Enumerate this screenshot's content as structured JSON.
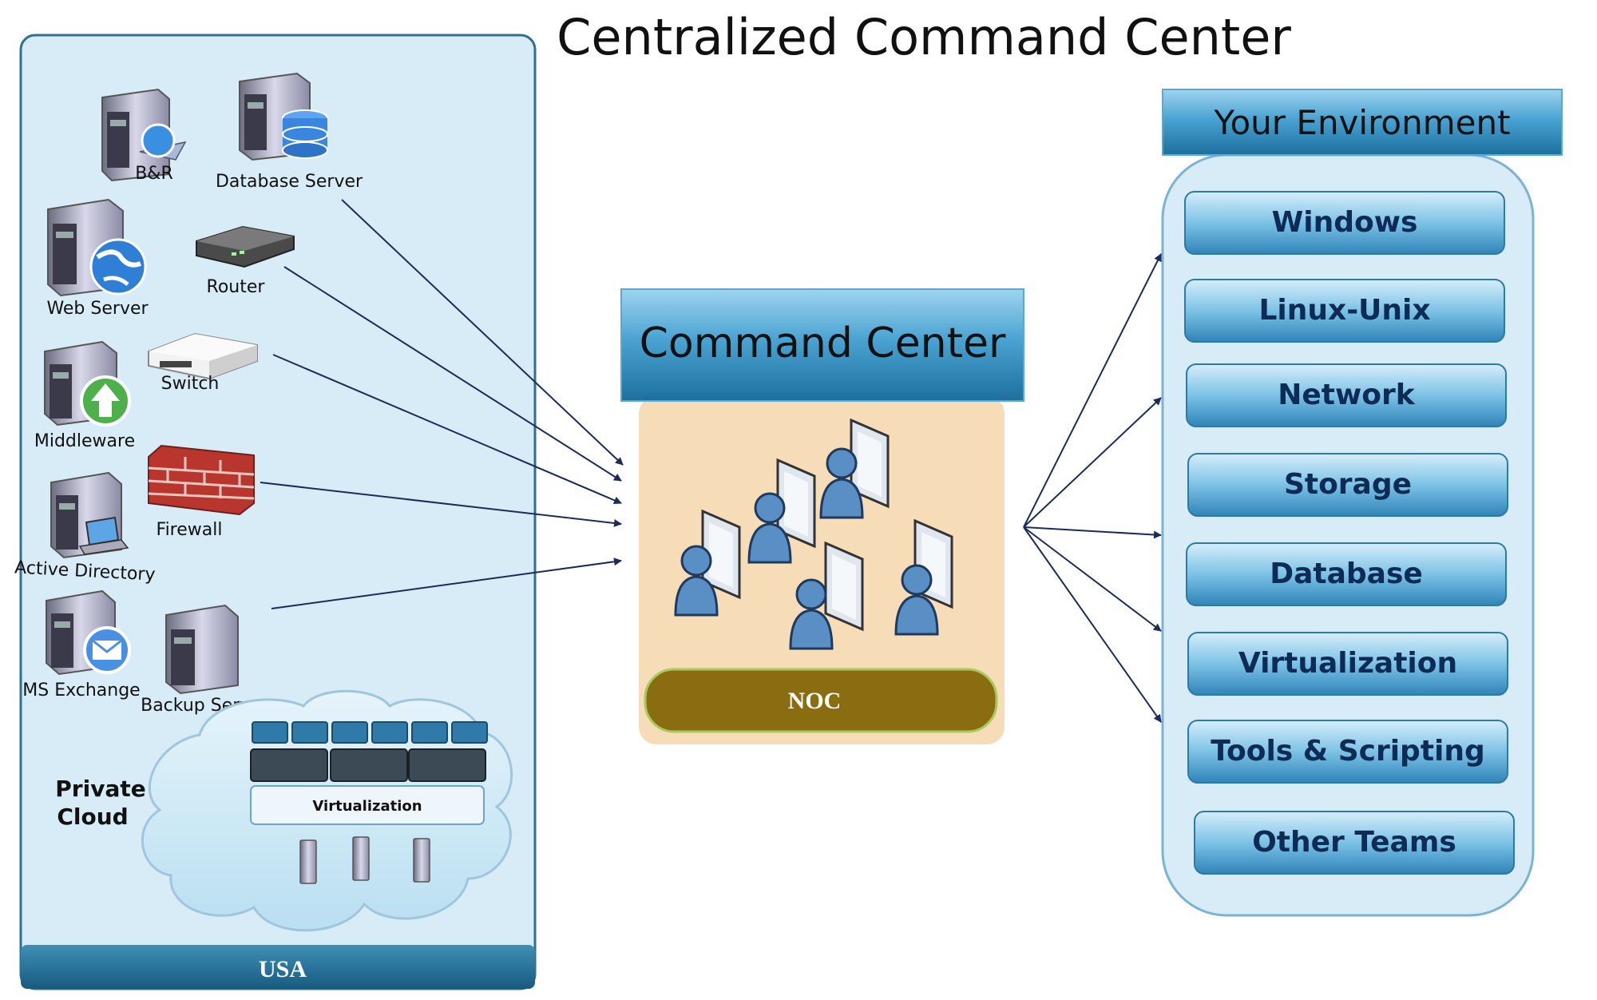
{
  "title": "Centralized Command Center",
  "left_panel": {
    "footer_label": "USA",
    "devices": [
      {
        "id": "br",
        "label": "B&R",
        "icon": "server-globe-icon"
      },
      {
        "id": "database-server",
        "label": "Database Server",
        "icon": "database-server-icon"
      },
      {
        "id": "web-server",
        "label": "Web Server",
        "icon": "web-server-icon"
      },
      {
        "id": "router",
        "label": "Router",
        "icon": "router-icon"
      },
      {
        "id": "switch",
        "label": "Switch",
        "icon": "switch-icon"
      },
      {
        "id": "middleware",
        "label": "Middleware",
        "icon": "middleware-server-icon"
      },
      {
        "id": "firewall",
        "label": "Firewall",
        "icon": "firewall-icon"
      },
      {
        "id": "active-directory",
        "label": "Active Directory",
        "icon": "active-directory-server-icon"
      },
      {
        "id": "ms-exchange",
        "label": "MS Exchange",
        "icon": "mail-server-icon"
      },
      {
        "id": "backup-server",
        "label": "Backup Server",
        "icon": "backup-server-icon"
      }
    ],
    "private_cloud": {
      "label_line1": "Private",
      "label_line2": "Cloud",
      "virtualization_label": "Virtualization"
    }
  },
  "command_center": {
    "header": "Command Center",
    "noc_label": "NOC",
    "icon": "operators-at-workstations-icon"
  },
  "environment": {
    "header": "Your Environment",
    "items": [
      "Windows",
      "Linux-Unix",
      "Network",
      "Storage",
      "Database",
      "Virtualization",
      "Tools & Scripting",
      "Other Teams"
    ]
  },
  "colors": {
    "panel_fill": "#d7ecf6",
    "panel_border": "#2f6f8f",
    "footer_fill": "#1f6a8f",
    "header_blue": "#2f86bb",
    "noc_fill": "#8a6d10",
    "noc_bg": "#f7dcb8",
    "arrow": "#1a2b5c"
  }
}
